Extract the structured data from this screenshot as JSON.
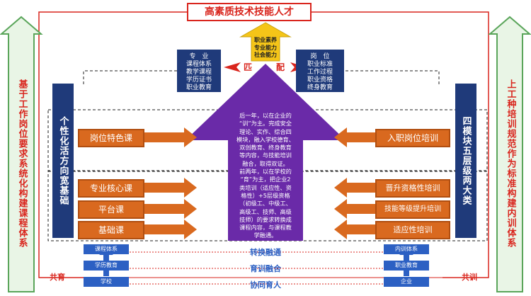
{
  "title": "高素质技术技能人才",
  "left_arrow_text": "基于工作岗位要求系统化构建课程体系",
  "right_arrow_text": "上工种培训规范作为标准构建内训体系",
  "left_box_lines": [
    "专　业",
    "课程体系",
    "教学课程",
    "学历证书",
    "职业教育"
  ],
  "right_box_lines": [
    "岗　位",
    "职业标准",
    "工作过程",
    "职业资格",
    "终身教育"
  ],
  "match_left": "匹",
  "match_right": "配",
  "top_arrow_lines": [
    "职业素养",
    "专业能力",
    "社会能力"
  ],
  "left_vertical_label": "个性化活方向宽基础",
  "right_vertical_label": "四模块五层级两大类",
  "left_courses": [
    "岗位特色课",
    "专业核心课",
    "平台课",
    "基础课"
  ],
  "right_courses": [
    "入职岗位培训",
    "晋升资格性培训",
    "技能等级提升培训",
    "适应性培训"
  ],
  "center_text_lines": [
    "后一年，以在企业的",
    "“训”为主。完成安全",
    "理论、实作、综合四",
    "模块，融入学校德育、",
    "双创教育、终身教育",
    "等内容，与技能培训",
    "融合，取得双证。",
    "前两年，以在学校的",
    "“育”为主，把企业2",
    "类培训（适应性、资",
    "格性）+5层级资格",
    "（初级工、中级工、",
    "高级工、技师、高级",
    "技师）的要求转换成",
    "课程内容，与课程教",
    "学融通。"
  ],
  "left_stack": [
    "课程体系",
    "学历教育",
    "学校"
  ],
  "right_stack": [
    "内训体系",
    "职业教育",
    "企业"
  ],
  "bands": [
    "转换融通",
    "育训融合",
    "协同育人"
  ],
  "bottom_left": "共育",
  "bottom_right": "共训",
  "colors": {
    "red": "#d9251d",
    "green": "#5aa55a",
    "navy": "#1f3a7a",
    "purple": "#6a2aa8",
    "orange": "#d9691f",
    "yellow": "#f5c518",
    "blue": "#2c60c3"
  }
}
